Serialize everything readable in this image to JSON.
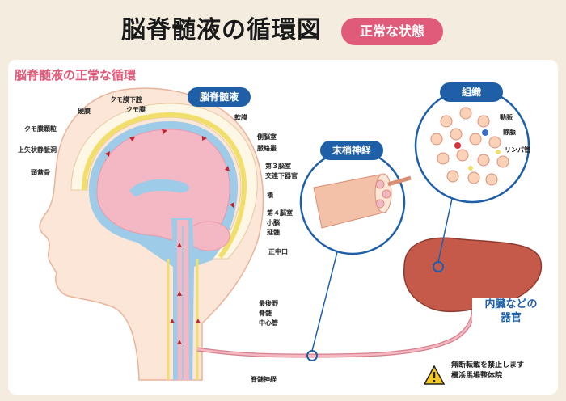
{
  "header": {
    "title": "脳脊髄液の循環図",
    "badge": "正常な状態"
  },
  "subtitle": "脳脊髄液の正常な循環",
  "pills": {
    "csf": "脳脊髄液",
    "nerve": "末梢神経",
    "tissue": "組織"
  },
  "organs_caption": [
    "内臓などの",
    "器官"
  ],
  "left_labels": [
    "クモ膜下腔",
    "クモ膜",
    "硬膜",
    "クモ膜顆粒",
    "上矢状静脈洞",
    "頭蓋骨"
  ],
  "right_labels": [
    "軟膜",
    "側脳室",
    "脈絡叢",
    "第３脳室",
    "交連下器官",
    "橋",
    "第４脳室",
    "小脳",
    "延髄",
    "正中口",
    "最後野",
    "脊髄",
    "中心管",
    "脊髄神経"
  ],
  "tissue_labels": [
    "動脈",
    "静脈",
    "リンパ管"
  ],
  "footer": {
    "line1": "無断転載を禁止します",
    "line2": "横浜馬場整体院"
  },
  "colors": {
    "badge": "#e05a7a",
    "pill": "#1f5fa8",
    "brain": "#f4b8c4",
    "csf": "#9ecbe8",
    "skin": "#fbe6d8",
    "liver": "#c55a4a",
    "dura": "#f2df6b"
  }
}
